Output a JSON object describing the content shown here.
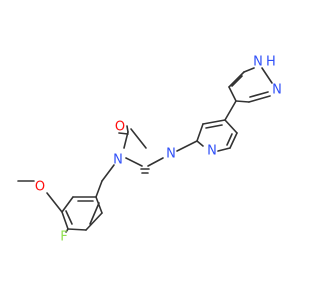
{
  "molecule": {
    "atoms": {
      "o_carbonyl": "O",
      "n_imidazolone_left": "N",
      "n_imidazolone_right": "N",
      "n_pyridine": "N",
      "n_pyrazole": "N",
      "nh_pyrazole": "N",
      "nh_h": "H",
      "o_methoxy": "O",
      "f": "F"
    },
    "colors": {
      "bond": "#333333",
      "oxygen": "#ff0d0d",
      "nitrogen": "#3050f8",
      "fluorine": "#90e050"
    }
  }
}
